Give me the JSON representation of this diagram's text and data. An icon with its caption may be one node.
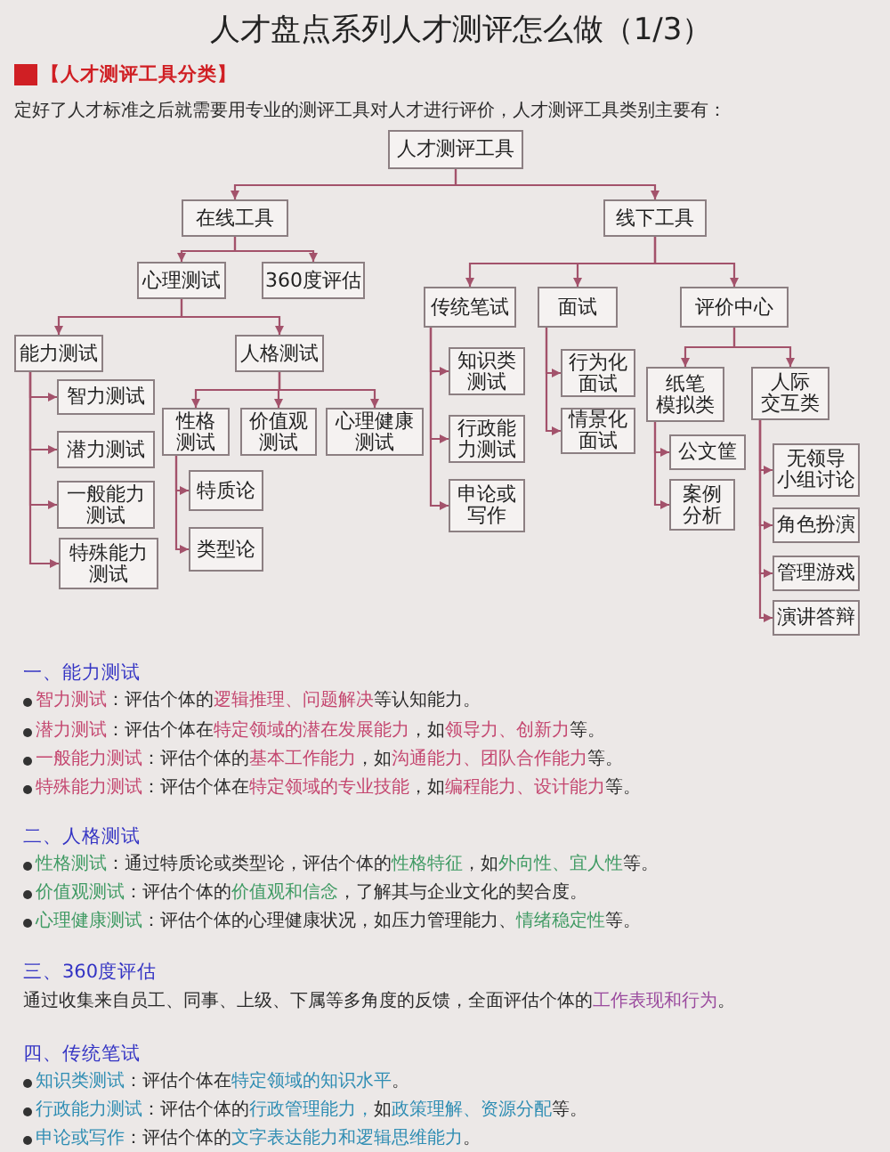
{
  "diagram": {
    "title": "人才盘点系列人才测评怎么做（1/3）",
    "nodes": [
      {
        "text": [
          "人才测评工具"
        ]
      },
      {
        "text": [
          "在线工具"
        ]
      },
      {
        "text": [
          "线下工具"
        ]
      },
      {
        "text": [
          "心理测试"
        ]
      },
      {
        "text": [
          "360度评估"
        ]
      },
      {
        "text": [
          "能力测试"
        ]
      },
      {
        "text": [
          "人格测试"
        ]
      },
      {
        "text": [
          "智力测试"
        ]
      },
      {
        "text": [
          "潜力测试"
        ]
      },
      {
        "text": [
          "一般能力测试"
        ]
      },
      {
        "text": [
          "特殊能力测试"
        ]
      },
      {
        "text": [
          "性格测试"
        ]
      },
      {
        "text": [
          "价值观测试"
        ]
      },
      {
        "text": [
          "心理健康测试"
        ]
      },
      {
        "text": [
          "特质论"
        ]
      },
      {
        "text": [
          "类型论"
        ]
      },
      {
        "text": [
          "传统笔试"
        ]
      },
      {
        "text": [
          "面试"
        ]
      },
      {
        "text": [
          "评价中心"
        ]
      },
      {
        "text": [
          "知识类测试"
        ]
      },
      {
        "text": [
          "行政能力测试"
        ]
      },
      {
        "text": [
          "申论或写作"
        ]
      },
      {
        "text": [
          "行为化面试"
        ]
      },
      {
        "text": [
          "情景化面试"
        ]
      },
      {
        "text": [
          "纸笔模拟类"
        ]
      },
      {
        "text": [
          "人际交互类"
        ]
      },
      {
        "text": [
          "公文筐"
        ]
      },
      {
        "text": [
          "案例分析"
        ]
      },
      {
        "text": [
          "无领导小组讨论"
        ]
      },
      {
        "text": [
          "角色扮演"
        ]
      },
      {
        "text": [
          "管理游戏"
        ]
      },
      {
        "text": [
          "演讲答辩"
        ]
      }
    ],
    "edges": [
      {
        "from": 0,
        "to": 1,
        "arrow": "to"
      },
      {
        "from": 0,
        "to": 2,
        "arrow": "to"
      },
      {
        "from": 1,
        "to": 3,
        "arrow": "to"
      },
      {
        "from": 1,
        "to": 4,
        "arrow": "to"
      },
      {
        "from": 3,
        "to": 5,
        "arrow": "to"
      },
      {
        "from": 3,
        "to": 6,
        "arrow": "to"
      },
      {
        "from": 5,
        "to": 7,
        "arrow": "to"
      },
      {
        "from": 5,
        "to": 8,
        "arrow": "to"
      },
      {
        "from": 5,
        "to": 9,
        "arrow": "to"
      },
      {
        "from": 5,
        "to": 10,
        "arrow": "to"
      },
      {
        "from": 6,
        "to": 11,
        "arrow": "to"
      },
      {
        "from": 6,
        "to": 12,
        "arrow": "to"
      },
      {
        "from": 6,
        "to": 13,
        "arrow": "to"
      },
      {
        "from": 11,
        "to": 14,
        "arrow": "to"
      },
      {
        "from": 11,
        "to": 15,
        "arrow": "to"
      },
      {
        "from": 2,
        "to": 16,
        "arrow": "to"
      },
      {
        "from": 2,
        "to": 17,
        "arrow": "to"
      },
      {
        "from": 2,
        "to": 18,
        "arrow": "to"
      },
      {
        "from": 16,
        "to": 19,
        "arrow": "to"
      },
      {
        "from": 16,
        "to": 20,
        "arrow": "to"
      },
      {
        "from": 16,
        "to": 21,
        "arrow": "to"
      },
      {
        "from": 17,
        "to": 22,
        "arrow": "to"
      },
      {
        "from": 17,
        "to": 23,
        "arrow": "to"
      },
      {
        "from": 18,
        "to": 24,
        "arrow": "to"
      },
      {
        "from": 18,
        "to": 25,
        "arrow": "to"
      },
      {
        "from": 24,
        "to": 26,
        "arrow": "to"
      },
      {
        "from": 24,
        "to": 27,
        "arrow": "to"
      },
      {
        "from": 25,
        "to": 28,
        "arrow": "to"
      },
      {
        "from": 25,
        "to": 29,
        "arrow": "to"
      },
      {
        "from": 25,
        "to": 30,
        "arrow": "to"
      },
      {
        "from": 25,
        "to": 31,
        "arrow": "to"
      }
    ],
    "labels": [
      "【人才测评工具分类】",
      "定好了人才标准之后就需要用专业的测评工具对人才进行评价，人才测评工具类别主要有：",
      "一、能力测试",
      "智力测试：评估个体的逻辑推理、问题解决等认知能力。",
      "潜力测试：评估个体在特定领域的潜在发展能力，如领导力、创新力等。",
      "一般能力测试：评估个体的基本工作能力，如沟通能力、团队合作能力等。",
      "特殊能力测试：评估个体在特定领域的专业技能，如编程能力、设计能力等。",
      "二、人格测试",
      "性格测试：通过特质论或类型论，评估个体的性格特征，如外向性、宜人性等。",
      "价值观测试：评估个体的价值观和信念，了解其与企业文化的契合度。",
      "心理健康测试：评估个体的心理健康状况，如压力管理能力、情绪稳定性等。",
      "三、360度评估",
      "通过收集来自员工、同事、上级、下属等多角度的反馈，全面评估个体的工作表现和行为。",
      "四、传统笔试",
      "知识类测试：评估个体在特定领域的知识水平。",
      "行政能力测试：评估个体的行政管理能力，如政策理解、资源分配等。",
      "申论或写作：评估个体的文字表达能力和逻辑思维能力。"
    ]
  }
}
